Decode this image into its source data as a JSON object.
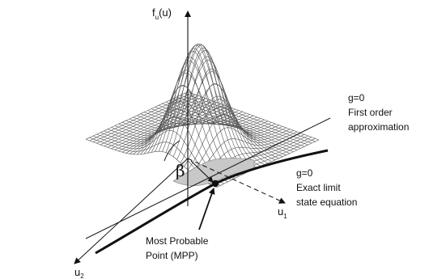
{
  "figure": {
    "axis_labels": {
      "density": "f",
      "density_sub": "u",
      "density_arg": "(u)",
      "u1": "u",
      "u1_sub": "1",
      "u2": "u",
      "u2_sub": "2"
    },
    "beta_symbol": "β",
    "first_order_label": {
      "equation": "g=0",
      "line1": "First order",
      "line2": "approximation"
    },
    "exact_label": {
      "equation": "g=0",
      "line1": "Exact limit",
      "line2": "state equation"
    },
    "mpp_label": {
      "line1": "Most Probable",
      "line2": "Point (MPP)"
    },
    "colors": {
      "mesh": "#555555",
      "ink": "#111111",
      "shaded_region": "#c8c8c8"
    }
  }
}
